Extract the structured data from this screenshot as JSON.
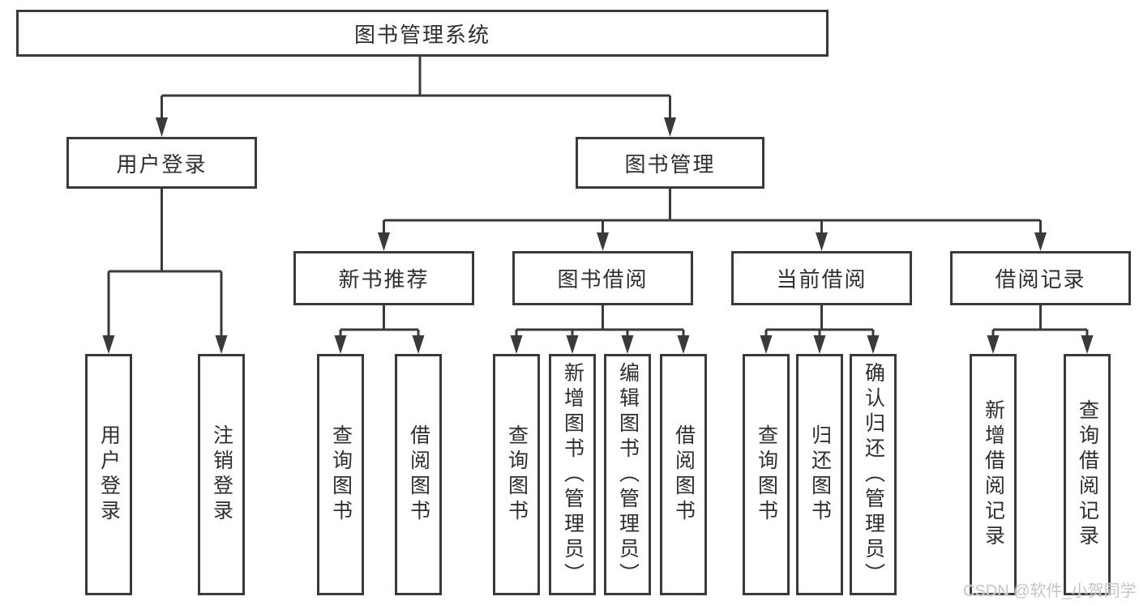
{
  "hierarchy": {
    "label": "图书管理系统",
    "children": [
      {
        "label": "用户登录",
        "children": [
          {
            "label": "用户登录"
          },
          {
            "label": "注销登录"
          }
        ]
      },
      {
        "label": "图书管理",
        "children": [
          {
            "label": "新书推荐",
            "children": [
              {
                "label": "查询图书"
              },
              {
                "label": "借阅图书"
              }
            ]
          },
          {
            "label": "图书借阅",
            "children": [
              {
                "label": "查询图书"
              },
              {
                "label": "新增图书（管理员）"
              },
              {
                "label": "编辑图书（管理员）"
              },
              {
                "label": "借阅图书"
              }
            ]
          },
          {
            "label": "当前借阅",
            "children": [
              {
                "label": "查询图书"
              },
              {
                "label": "归还图书"
              },
              {
                "label": "确认归还（管理员）"
              }
            ]
          },
          {
            "label": "借阅记录",
            "children": [
              {
                "label": "新增借阅记录"
              },
              {
                "label": "查询借阅记录"
              }
            ]
          }
        ]
      }
    ]
  },
  "watermark": {
    "text": "CSDN @软件_小贺同学"
  },
  "colors": {
    "line": "#3a3a3a",
    "text": "#2e2e2e",
    "watermark": "#c5c5c5",
    "background": "#ffffff"
  }
}
